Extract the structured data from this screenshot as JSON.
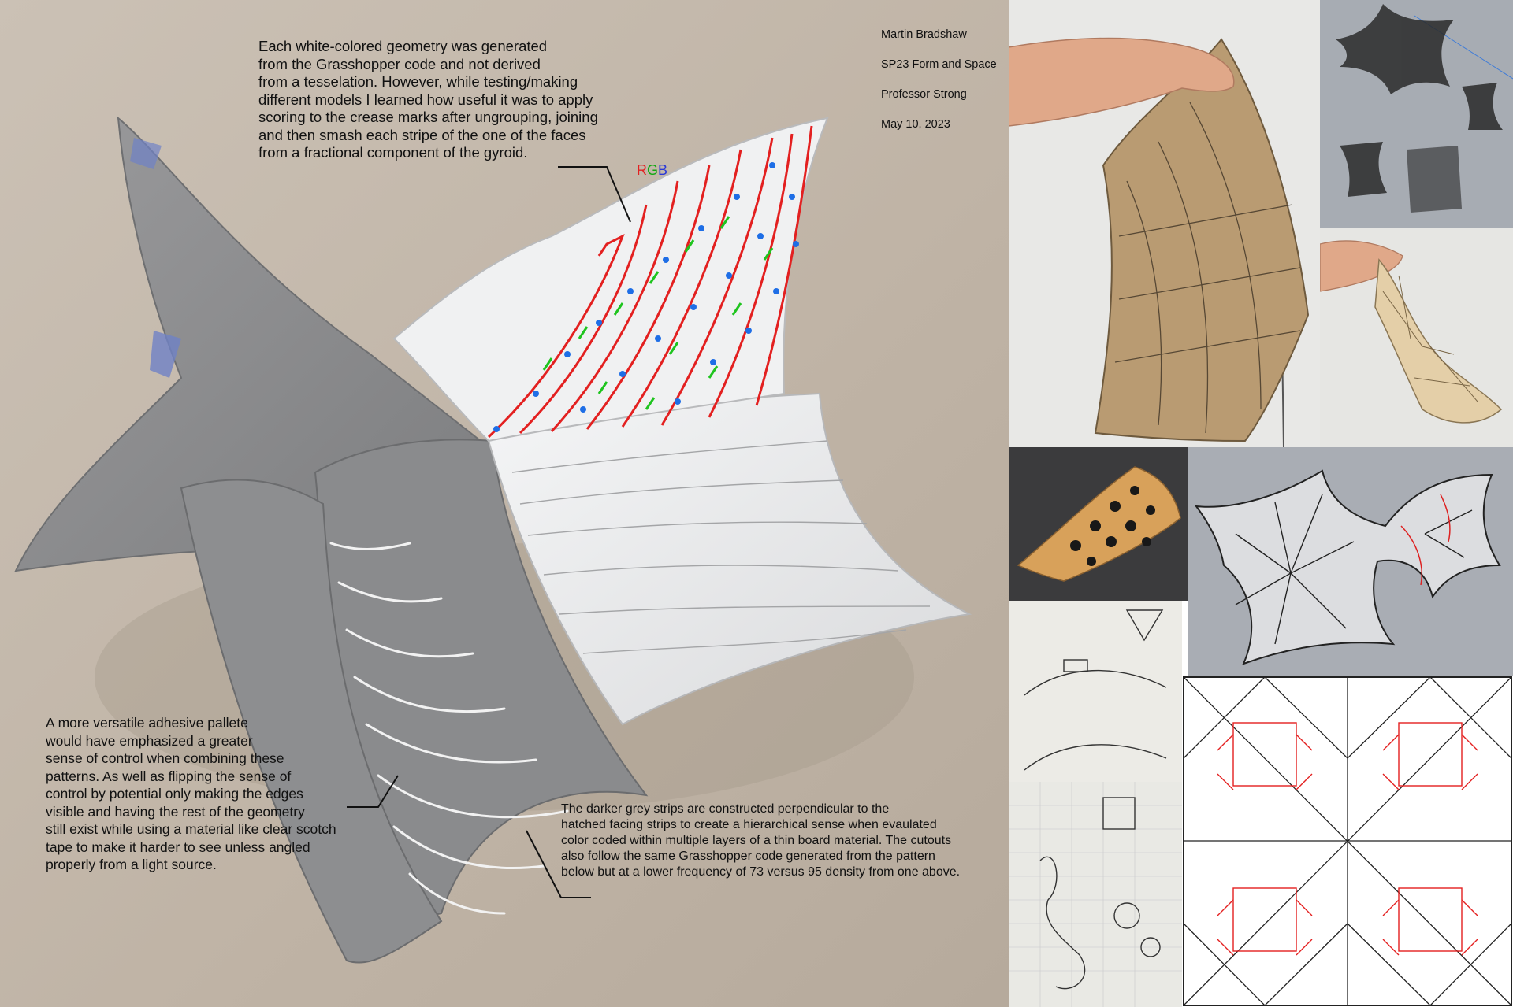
{
  "annotations": {
    "top": "Each white-colored geometry was generated\nfrom the Grasshopper code and not derived\nfrom a tesselation. However, while testing/making\ndifferent models I learned how useful it was to apply\nscoring to the crease marks after ungrouping, joining\nand then smash each stripe of the one of the faces\nfrom a fractional component of the gyroid.",
    "left": "A more versatile adhesive pallete\nwould have emphasized a greater\nsense of control when combining these\npatterns. As well as flipping the sense of\ncontrol by potential only making the edges\nvisible and having the rest of the geometry\nstill exist while using a material like clear scotch\ntape to make it harder to see unless angled\nproperly from a light source.",
    "bottom": "The darker grey strips are constructed perpendicular to the\nhatched facing strips to create a hierarchical sense when evaulated\ncolor coded within multiple layers of a thin board material. The cutouts\nalso follow the same Grasshopper code generated from the pattern\nbelow but at a lower frequency of 73 versus 95 density from one above."
  },
  "author_block": {
    "name": "Martin Bradshaw",
    "course": "SP23 Form and Space",
    "professor": "Professor Strong",
    "date": "May 10, 2023"
  },
  "rgb_label": {
    "r": "R",
    "g": "G",
    "b": "B"
  },
  "colors": {
    "red": "#e32020",
    "green": "#12a812",
    "blue": "#2a39d8",
    "cardboard": "#c3b8ab",
    "kraft": "#b99b72",
    "render_bg": "#a7acb3"
  }
}
